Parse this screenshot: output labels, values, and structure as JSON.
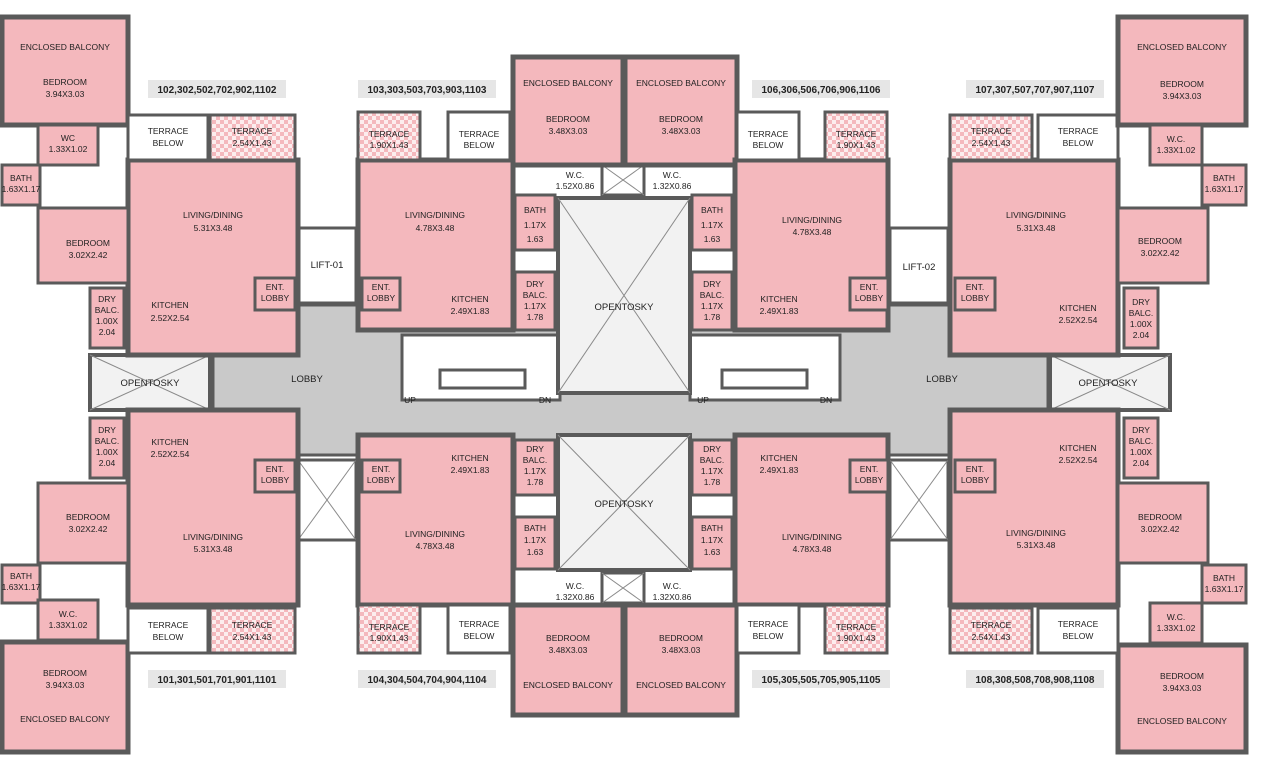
{
  "plan": {
    "unit_tags": [
      "102,302,502,702,902,1102",
      "103,303,503,703,903,1103",
      "106,306,506,706,906,1106",
      "107,307,507,707,907,1107",
      "101,301,501,701,901,1101",
      "104,304,504,704,904,1104",
      "105,305,505,705,905,1105",
      "108,308,508,708,908,1108"
    ],
    "labels": {
      "enclosed_balcony": "ENCLOSED BALCONY",
      "bedroom": "BEDROOM",
      "living_dining": "LIVING/DINING",
      "kitchen": "KITCHEN",
      "terrace": "TERRACE",
      "terrace_below_1": "TERRACE",
      "terrace_below_2": "BELOW",
      "wc_a": "WC",
      "wc_b": "W.C.",
      "bath": "BATH",
      "dry": "DRY",
      "balc": "BALC.",
      "ent": "ENT.",
      "lobby_small": "LOBBY",
      "lobby": "LOBBY",
      "lift_01": "LIFT-01",
      "lift_02": "LIFT-02",
      "open_to_sky": "OPENTOSKY",
      "up": "UP",
      "dn": "DN"
    },
    "dims": {
      "bed_394": "3.94X3.03",
      "bed_348": "3.48X3.03",
      "bed_302": "3.02X2.42",
      "liv_531": "5.31X3.48",
      "liv_478": "4.78X3.48",
      "kit_252": "2.52X2.54",
      "kit_249": "2.49X1.83",
      "ter_254": "2.54X1.43",
      "ter_190": "1.90X1.43",
      "wc_133": "1.33X1.02",
      "wc_152": "1.52X0.86",
      "wc_132": "1.32X0.86",
      "bath_163": "1.63X1.17",
      "bath_117a": "1.17X",
      "bath_117b": "1.63",
      "dry_100a": "1.00X",
      "dry_100b": "2.04",
      "dry_117a": "1.17X",
      "dry_117b": "1.78"
    }
  }
}
